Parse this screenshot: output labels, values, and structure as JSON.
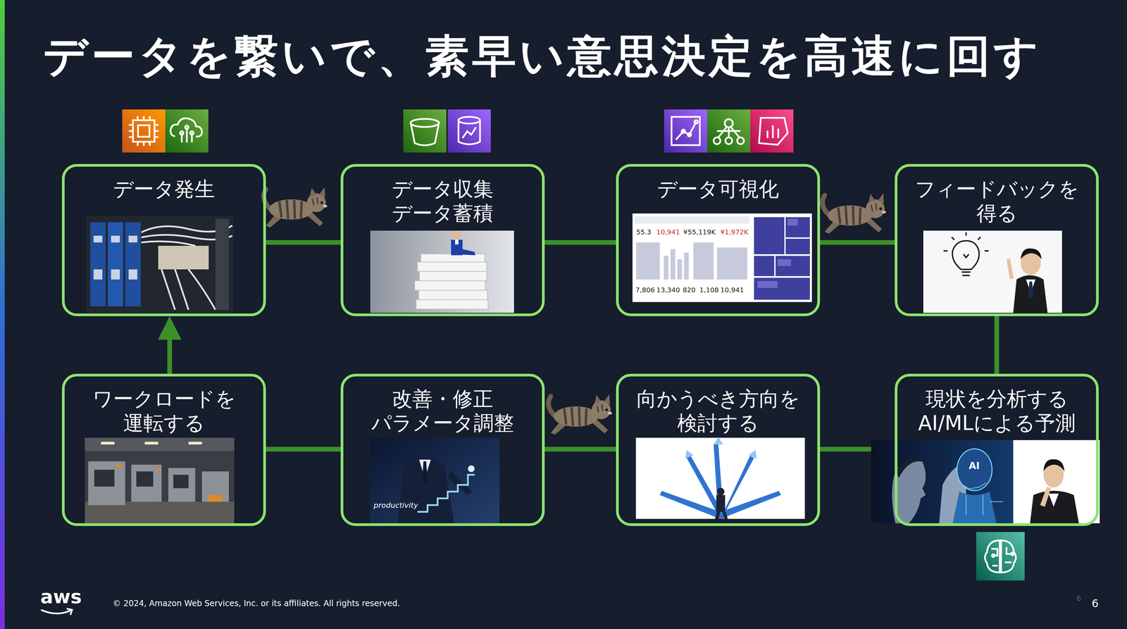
{
  "diagram": {
    "title": "データを繋いで、素早い意思決定を高速に回す",
    "nodes": [
      {
        "text": [
          "データ発生"
        ]
      },
      {
        "text": [
          "データ収集 データ蓄積"
        ]
      },
      {
        "text": [
          "データ可視化"
        ]
      },
      {
        "text": [
          "フィードバックを 得る"
        ]
      },
      {
        "text": [
          "ワークロードを 運転する"
        ]
      },
      {
        "text": [
          "改善・修正 パラメータ調整"
        ]
      },
      {
        "text": [
          "向かうべき方向を 検討する"
        ]
      },
      {
        "text": [
          "現状を分析する AI/MLによる予測"
        ]
      }
    ],
    "edges": [
      {
        "from": 0,
        "to": 1,
        "arrow": "none"
      },
      {
        "from": 1,
        "to": 2,
        "arrow": "none"
      },
      {
        "from": 2,
        "to": 3,
        "arrow": "none"
      },
      {
        "from": 3,
        "to": 7,
        "arrow": "none"
      },
      {
        "from": 7,
        "to": 6,
        "arrow": "none"
      },
      {
        "from": 6,
        "to": 5,
        "arrow": "none"
      },
      {
        "from": 5,
        "to": 4,
        "arrow": "none"
      },
      {
        "from": 4,
        "to": 0,
        "arrow": "to"
      }
    ],
    "labels": [
      "55.3",
      "10,941",
      "¥55,119K",
      "¥1,972K",
      "7,806",
      "13,340",
      "820",
      "1,108",
      "10,941",
      "productivity",
      "AI",
      "aws",
      "© 2024, Amazon Web Services, Inc. or its affiliates. All rights reserved.",
      "6",
      "6"
    ]
  }
}
